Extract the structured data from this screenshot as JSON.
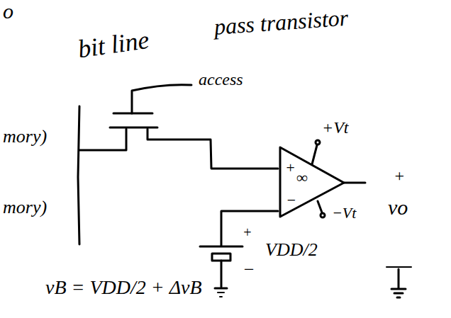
{
  "diagram": {
    "labels": [
      "o",
      "bit line",
      "pass transistor",
      "access",
      "mory)",
      "mory)",
      "+Vt",
      "+",
      "∞",
      "−",
      "−Vt",
      "+",
      "vo",
      "+",
      "VDD/2",
      "−",
      "vB = VDD/2 + ΔvB"
    ]
  }
}
